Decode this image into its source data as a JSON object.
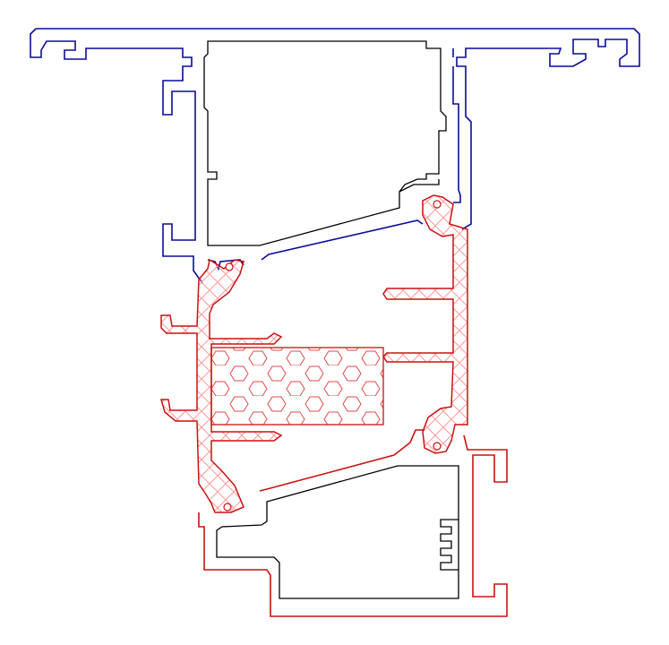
{
  "drawing": {
    "colors": {
      "top_profile": "#0b0b99",
      "bottom_profile": "#cc1111",
      "cavity_outline": "#000000",
      "thermal_break_fill": "#ff9a9a",
      "insulation_line": "#e24a4a",
      "background": "#ffffff"
    },
    "parts": [
      "top-aluminium-profile",
      "bottom-aluminium-profile",
      "thermal-break-strip",
      "insulation-core",
      "upper-chamber",
      "lower-chamber"
    ]
  }
}
